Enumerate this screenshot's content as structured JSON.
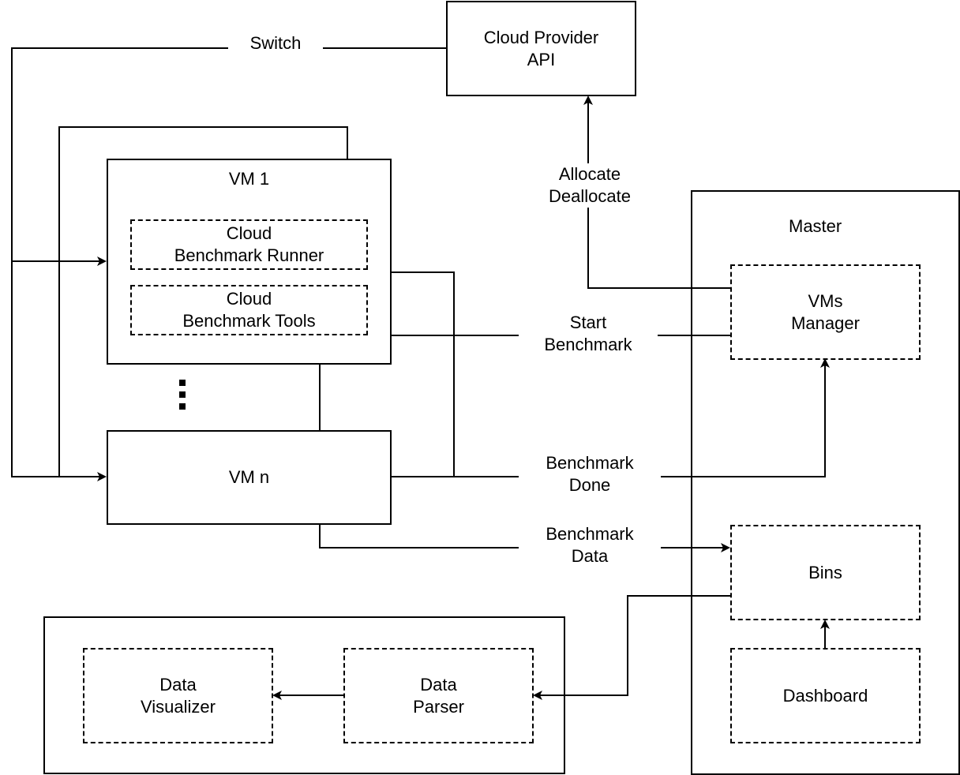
{
  "cloud_provider": {
    "label": "Cloud Provider\nAPI"
  },
  "vm1": {
    "title": "VM 1",
    "runner": "Cloud\nBenchmark Runner",
    "tools": "Cloud\nBenchmark Tools"
  },
  "vmn": {
    "title": "VM n"
  },
  "master": {
    "title": "Master",
    "vms_manager": "VMs\nManager",
    "bins": "Bins",
    "dashboard": "Dashboard"
  },
  "analysis": {
    "data_visualizer": "Data\nVisualizer",
    "data_parser": "Data\nParser"
  },
  "edges": {
    "switch": "Switch",
    "allocate": "Allocate\nDeallocate",
    "start_benchmark": "Start\nBenchmark",
    "benchmark_done": "Benchmark\nDone",
    "benchmark_data": "Benchmark\nData"
  }
}
